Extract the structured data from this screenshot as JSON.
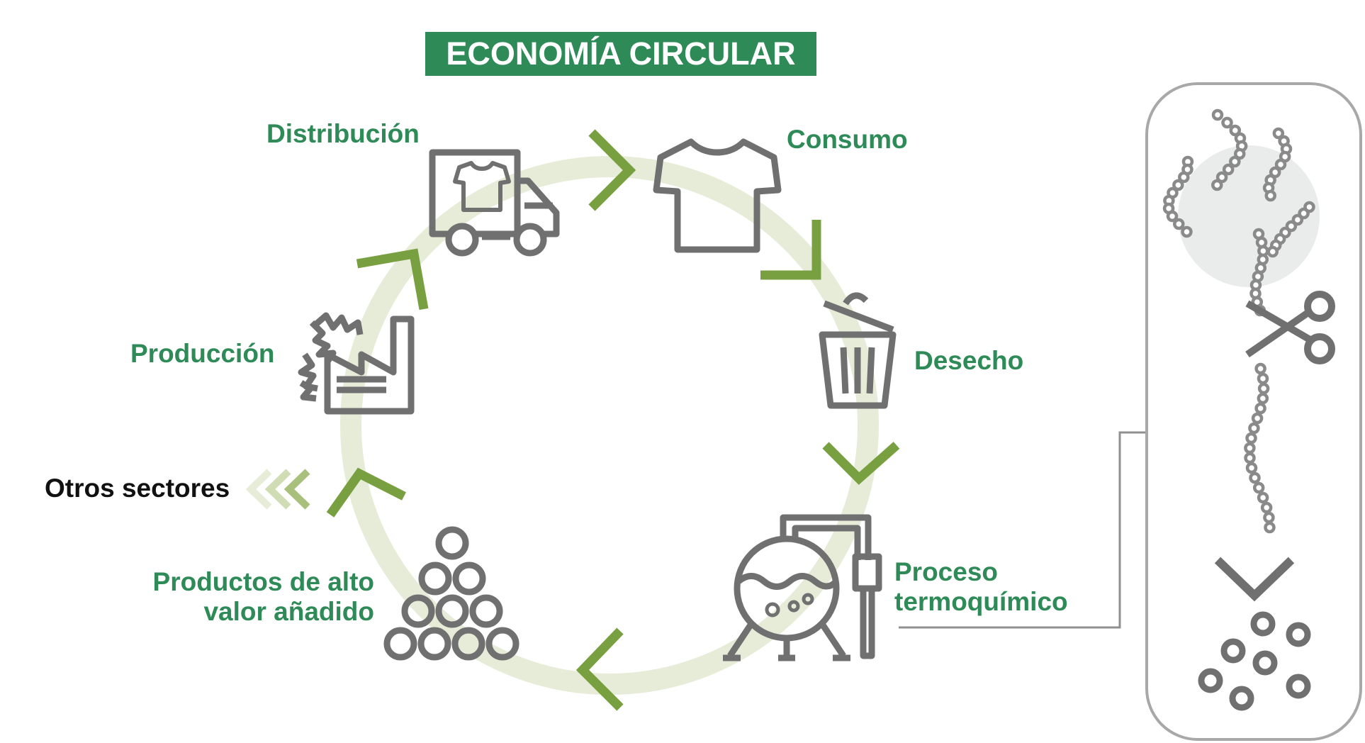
{
  "title": "ECONOMÍA CIRCULAR",
  "stages": {
    "distribution": "Distribución",
    "consumption": "Consumo",
    "waste": "Desecho",
    "thermo_line1": "Proceso",
    "thermo_line2": "termoquímico",
    "products_line1": "Productos de alto",
    "products_line2": "valor añadido",
    "production": "Producción"
  },
  "other_sectors": "Otros sectores",
  "colors": {
    "brand_green": "#2e8b57",
    "arrow_green": "#78a040",
    "ring": "#e6ecd8",
    "icon_gray": "#707070",
    "panel_border": "#a8a8a8"
  },
  "icons": [
    "truck-icon",
    "tshirt-icon",
    "trash-can-icon",
    "reactor-icon",
    "pellet-stack-icon",
    "factory-icon",
    "scissors-icon",
    "polymer-chain-icon"
  ]
}
